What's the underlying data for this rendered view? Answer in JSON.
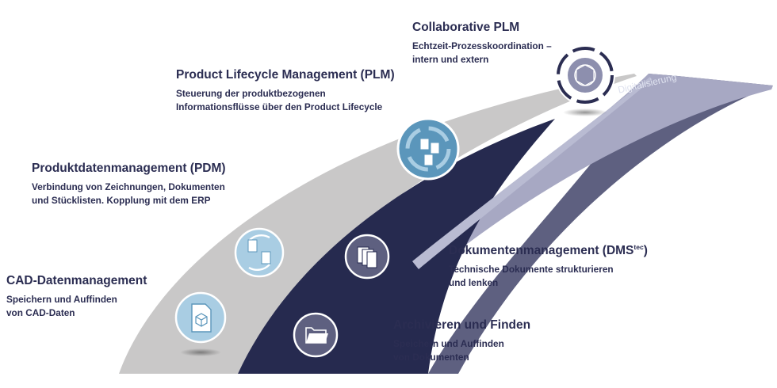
{
  "stages": {
    "cad": {
      "title": "CAD-Datenmanagement",
      "lines": [
        "Speichern und Auffinden",
        "von CAD-Daten"
      ]
    },
    "pdm": {
      "title": "Produktdatenmanagement (PDM)",
      "lines": [
        "Verbindung von Zeichnungen, Dokumenten",
        "und Stücklisten. Kopplung mit dem ERP"
      ]
    },
    "plm": {
      "title": "Product Lifecycle Management (PLM)",
      "lines": [
        "Steuerung der produktbezogenen",
        "Informationsflüsse über den Product Lifecycle"
      ]
    },
    "cplm": {
      "title": "Collaborative PLM",
      "lines": [
        "Echtzeit-Prozesskoordination –",
        "intern und extern"
      ]
    },
    "dms": {
      "title": "Dokumentenmanagement (DMS",
      "title_sup": "tec",
      "title_end": ")",
      "lines": [
        "Technische Dokumente strukturieren",
        "und lenken"
      ]
    },
    "archiv": {
      "title": "Archivieren und Finden",
      "lines": [
        "Speichern und Auffinden",
        "von Dokumenten"
      ]
    }
  },
  "band_label": "Digitalisierung",
  "icons": [
    "cad-cube-document-icon",
    "pdm-cycle-documents-icon",
    "plm-cycle-documents-icon",
    "collaborative-globe-icon",
    "dms-document-stack-icon",
    "archive-folder-icon"
  ],
  "colors": {
    "text": "#2b2d52",
    "grey_band": "#c9c8c8",
    "slate_band": "#5e6080",
    "navy_band": "#262a4f",
    "light_blue_icon": "#a9cde3",
    "mid_blue_icon": "#5b96bb"
  }
}
